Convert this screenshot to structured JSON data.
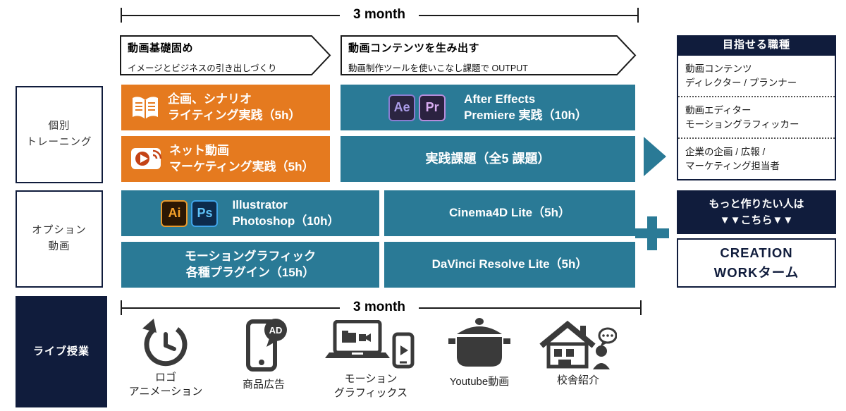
{
  "colors": {
    "orange": "#E57A1F",
    "teal": "#2A7A96",
    "navy": "#101C3C",
    "dark": "#3A3A3A",
    "line": "#1A1A1A",
    "play_red": "#C44316",
    "ae_bg": "#2B2541",
    "ae_border": "#8A7BD0",
    "ae_text": "#AB9DE8",
    "pr_bg": "#2B2240",
    "pr_border": "#B58BDB",
    "pr_text": "#D9ADF2",
    "ai_bg": "#2B1703",
    "ai_border": "#E89A2E",
    "ai_text": "#F7A229",
    "ps_bg": "#0D2B4C",
    "ps_border": "#3FA3E8",
    "ps_text": "#5FC2F7"
  },
  "top_timeline": "3 month",
  "bottom_timeline": "3 month",
  "phases": [
    {
      "title": "動画基礎固め",
      "subtitle": "イメージとビジネスの引き出しづくり"
    },
    {
      "title": "動画コンテンツを生み出す",
      "subtitle": "動画制作ツールを使いこなし課題で OUTPUT"
    }
  ],
  "side_labels": {
    "individual": "個別\nトレーニング",
    "option": "オプション\n動画",
    "live": "ライブ授業"
  },
  "curriculum": {
    "row1_left": "企画、シナリオ\nライティング実践（5h）",
    "row1_right": "After Effects\nPremiere 実践（10h）",
    "row2_left": "ネット動画\nマーケティング実践（5h）",
    "row2_right": "実践課題（全5 課題）",
    "row3_left": "Illustrator\nPhotoshop（10h）",
    "row3_right": "Cinema4D Lite（5h）",
    "row4_left": "モーショングラフィック\n各種プラグイン（15h）",
    "row4_right": "DaVinci Resolve Lite（5h）"
  },
  "app_icons": {
    "ae": "Ae",
    "pr": "Pr",
    "ai": "Ai",
    "ps": "Ps"
  },
  "careers": {
    "header": "目指せる職種",
    "items": [
      "動画コンテンツ\nディレクター / プランナー",
      "動画エディター\nモーショングラフィッカー",
      "企業の企画 / 広報 /\nマーケティング担当者"
    ]
  },
  "cta": {
    "banner": "もっと作りたい人は\n▼▼こちら▼▼",
    "box": "CREATION\nWORKターム"
  },
  "live_lessons": {
    "items": [
      {
        "label": "ロゴ\nアニメーション"
      },
      {
        "label": "商品広告"
      },
      {
        "label": "モーション\nグラフィックス"
      },
      {
        "label": "Youtube動画"
      },
      {
        "label": "校舎紹介"
      }
    ],
    "ad_badge": "AD"
  }
}
